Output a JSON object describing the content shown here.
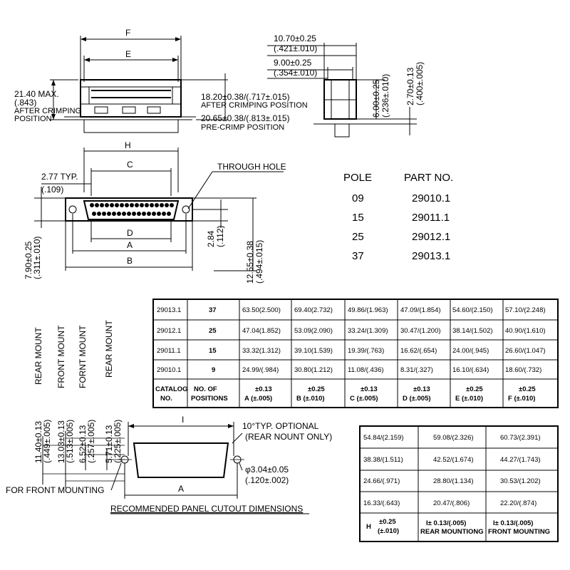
{
  "top_view": {
    "dim_F": "F",
    "dim_E": "E",
    "height_max_1": "21.40 MAX.",
    "height_max_2": "(.843)",
    "height_max_3": "AFTER CRIMPING",
    "height_max_4": "POSITION",
    "after_crimp_1": "18.20±0.38/(.717±.015)",
    "after_crimp_2": "AFTER CRIMPING POSITION",
    "pre_crimp_1": "20.65±0.38/(.813±.015)",
    "pre_crimp_2": "PRE-CRIMP POSITION"
  },
  "side_view": {
    "w1_1": "10.70±0.25",
    "w1_2": "(.421±.010)",
    "w2_1": "9.00±0.25",
    "w2_2": "(.354±.010)",
    "h1": "6.00±0.25",
    "h1b": "(.236±.010)",
    "h2": "2.70±0.13",
    "h2b": "(.400±.005)"
  },
  "front_view": {
    "dim_H": "H",
    "dim_C": "C",
    "dim_D": "D",
    "dim_A": "A",
    "dim_B": "B",
    "typ_1": "2.77 TYP.",
    "typ_2": "(.109)",
    "through_hole": "THROUGH HOLE",
    "left_1": "7.90±0.25",
    "left_2": "(.311±.010)",
    "mid_1": "2.84",
    "mid_2": "(.112)",
    "right_1": "12.55±0.38",
    "right_2": "(.494±.015)"
  },
  "part_table": {
    "headers": [
      "POLE",
      "PART NO."
    ],
    "rows": [
      [
        "09",
        "29010.1"
      ],
      [
        "15",
        "29011.1"
      ],
      [
        "25",
        "29012.1"
      ],
      [
        "37",
        "29013.1"
      ]
    ]
  },
  "dim_table": {
    "rows": [
      [
        "29013.1",
        "37",
        "63.50(2.500)",
        "69.40(2.732)",
        "49.86/(1.963)",
        "47.09/(1.854)",
        "54.60/(2.150)",
        "57.10/(2.248)"
      ],
      [
        "29012.1",
        "25",
        "47.04(1.852)",
        "53.09(2.090)",
        "33.24/(1.309)",
        "30.47/(1.200)",
        "38.14/(1.502)",
        "40.90/(1.610)"
      ],
      [
        "29011.1",
        "15",
        "33.32(1.312)",
        "39.10(1.539)",
        "19.39/(.763)",
        "16.62/(.654)",
        "24.00/(.945)",
        "26.60/(1.047)"
      ],
      [
        "29010.1",
        "9",
        "24.99/(.984)",
        "30.80(1.212)",
        "11.08/(.436)",
        "8.31/(.327)",
        "16.10/(.634)",
        "18.60/(.732)"
      ]
    ],
    "header": [
      [
        "CATALOG",
        "NO."
      ],
      [
        "NO.  OF",
        "POSITIONS"
      ],
      [
        "±0.13",
        "A (±.005)"
      ],
      [
        "±0.25",
        "B (±.010)"
      ],
      [
        "±0.13",
        "C (±.005)"
      ],
      [
        "±0.13",
        "D (±.005)"
      ],
      [
        "±0.25",
        "E (±.010)"
      ],
      [
        "±0.25",
        "F (±.010)"
      ]
    ]
  },
  "cutout": {
    "v1": "REAR MOUNT",
    "v1a": "11.40±0.13",
    "v1b": "(.449±.005)",
    "v2": "FRONT MOUNT",
    "v2a": "13.03±0.13",
    "v2b": "(.513±.005)",
    "v3": "FORNT MOUNT",
    "v3a": "6.52±0.13",
    "v3b": "(.257±.005)",
    "v4": "REAR MOUNT",
    "v4a": "5.71±0.13",
    "v4b": "(.225±.005)",
    "dim_I": "I",
    "dim_A": "A",
    "optional_1": "10°TYP. OPTIONAL",
    "optional_2": "(REAR NOUNT ONLY)",
    "hole_1": "φ3.04±0.05",
    "hole_2": "(.120±.002)",
    "for_front": "FOR FRONT MOUNTING",
    "title": "RECOMMENDED PANEL CUTOUT DIMENSIONS"
  },
  "cutout_table": {
    "rows": [
      [
        "54.84/(2.159)",
        "59.08/(2.326)",
        "60.73/(2.391)"
      ],
      [
        "38.38/(1.511)",
        "42.52/(1.674)",
        "44.27/(1.743)"
      ],
      [
        "24.66/(.971)",
        "28.80/(1.134)",
        "30.53/(1.202)"
      ],
      [
        "16.33/(.643)",
        "20.47/(.806)",
        "22.20/(.874)"
      ]
    ],
    "header": [
      [
        "±0.25",
        "H",
        "(±.010)"
      ],
      [
        "I± 0.13/(.005)",
        "REAR MOUNTIONG"
      ],
      [
        "I± 0.13/(.005)",
        "FRONT MOUNTING"
      ]
    ]
  }
}
